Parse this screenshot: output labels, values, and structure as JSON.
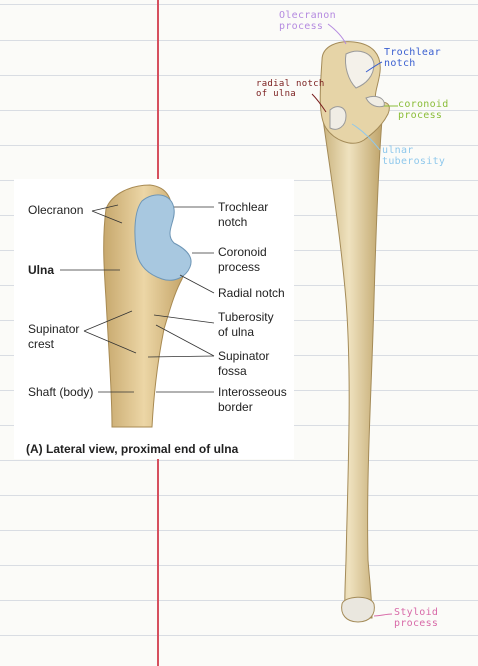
{
  "notes": {
    "olecranon_process": [
      "Olecranon",
      "process"
    ],
    "trochlear_notch": [
      "Trochlear",
      "notch"
    ],
    "radial_notch": [
      "radial notch",
      "of ulna"
    ],
    "coronoid_process": [
      "coronoid",
      "process"
    ],
    "ulnar_tuberosity": [
      "ulnar",
      "tuberosity"
    ],
    "styloid_process": [
      "Styloid",
      "process"
    ]
  },
  "figure": {
    "labels": {
      "olecranon": "Olecranon",
      "ulna": "Ulna",
      "supinator_crest": [
        "Supinator",
        "crest"
      ],
      "shaft": "Shaft (body)",
      "trochlear_notch": [
        "Trochlear",
        "notch"
      ],
      "coronoid_process": [
        "Coronoid",
        "process"
      ],
      "radial_notch": "Radial notch",
      "tuberosity": [
        "Tuberosity",
        "of ulna"
      ],
      "supinator_fossa": [
        "Supinator",
        "fossa"
      ],
      "interosseous_border": [
        "Interosseous",
        "border"
      ]
    },
    "caption": "(A) Lateral view, proximal end of ulna"
  },
  "colors": {
    "paper": "#fbfbf8",
    "rule_line": "#d9dde3",
    "margin_line": "#d6505e",
    "bone": "#e3cf9f",
    "cartilage": "#a8c8e0",
    "note_purple": "#b58be0",
    "note_blue": "#3a5fd0",
    "note_maroon": "#7a1e1e",
    "note_green": "#8bbd3a",
    "note_lightblue": "#8fc8ec",
    "note_pink": "#d86aa8"
  }
}
